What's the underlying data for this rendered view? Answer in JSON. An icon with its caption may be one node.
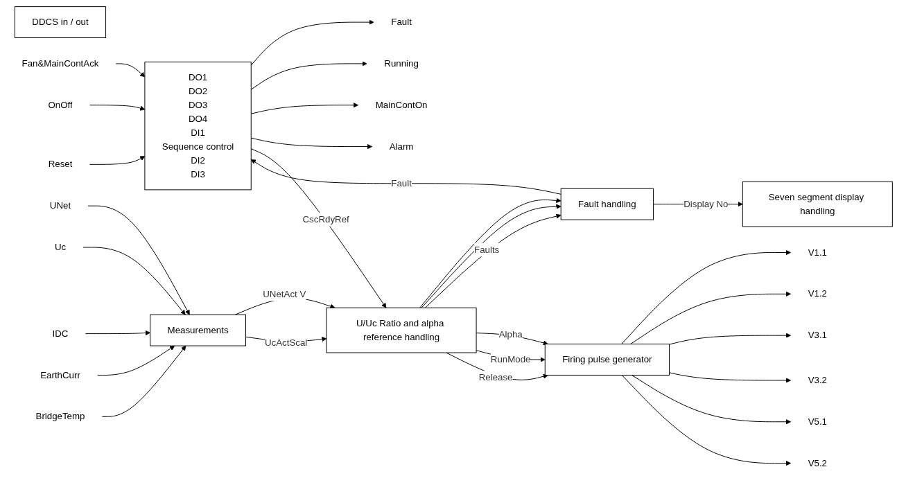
{
  "diagram": {
    "nodes": [
      {
        "text": [
          "DDCS in / out"
        ]
      },
      {
        "text": [
          "Fault"
        ]
      },
      {
        "text": [
          "Running"
        ]
      },
      {
        "text": [
          "MainContOn"
        ]
      },
      {
        "text": [
          "Alarm"
        ]
      },
      {
        "text": [
          "DO1",
          "DO2",
          "DO3",
          "DO4",
          "DI1",
          "Sequence control",
          "DI2",
          "DI3"
        ]
      },
      {
        "text": [
          "Fan&MainContAck"
        ]
      },
      {
        "text": [
          "Fault handling"
        ]
      },
      {
        "text": [
          "Seven segment display handling"
        ]
      },
      {
        "text": [
          "OnOff"
        ]
      },
      {
        "text": [
          "Reset"
        ]
      },
      {
        "text": [
          "UNet"
        ]
      },
      {
        "text": [
          "Measurements"
        ]
      },
      {
        "text": [
          "U/Uc Ratio and alpha reference handling"
        ]
      },
      {
        "text": [
          "Firing pulse generator"
        ]
      },
      {
        "text": [
          "V1.1"
        ]
      },
      {
        "text": [
          "Uc"
        ]
      },
      {
        "text": [
          "V1.2"
        ]
      },
      {
        "text": [
          "IDC"
        ]
      },
      {
        "text": [
          "V3.1"
        ]
      },
      {
        "text": [
          "EarthCurr"
        ]
      },
      {
        "text": [
          "V3.2"
        ]
      },
      {
        "text": [
          "BridgeTemp"
        ]
      },
      {
        "text": [
          "V5.1"
        ]
      },
      {
        "text": [
          "V5.2"
        ]
      }
    ],
    "edges": [
      {
        "from": 5,
        "to": 1,
        "arrow": "to"
      },
      {
        "from": 5,
        "to": 2,
        "arrow": "to"
      },
      {
        "from": 5,
        "to": 3,
        "arrow": "to"
      },
      {
        "from": 5,
        "to": 4,
        "arrow": "to"
      },
      {
        "from": 6,
        "to": 5,
        "arrow": "to"
      },
      {
        "from": 9,
        "to": 5,
        "arrow": "to"
      },
      {
        "from": 10,
        "to": 5,
        "arrow": "to"
      },
      {
        "from": 7,
        "to": 5,
        "arrow": "to",
        "label": "Fault"
      },
      {
        "from": 7,
        "to": 8,
        "arrow": "to",
        "label": "Display No"
      },
      {
        "from": 5,
        "to": 13,
        "arrow": "to",
        "label": "CscRdyRef"
      },
      {
        "from": 11,
        "to": 12,
        "arrow": "to"
      },
      {
        "from": 16,
        "to": 12,
        "arrow": "to"
      },
      {
        "from": 18,
        "to": 12,
        "arrow": "to"
      },
      {
        "from": 20,
        "to": 12,
        "arrow": "to"
      },
      {
        "from": 22,
        "to": 12,
        "arrow": "to"
      },
      {
        "from": 12,
        "to": 13,
        "arrow": "to",
        "label": "UNetAct V"
      },
      {
        "from": 12,
        "to": 13,
        "arrow": "to",
        "label": "UcActScal"
      },
      {
        "from": 13,
        "to": 7,
        "arrow": "to"
      },
      {
        "from": 13,
        "to": 7,
        "arrow": "to"
      },
      {
        "from": 13,
        "to": 7,
        "arrow": "to",
        "label": "Faults"
      },
      {
        "from": 13,
        "to": 14,
        "arrow": "to",
        "label": "Alpha"
      },
      {
        "from": 13,
        "to": 14,
        "arrow": "to",
        "label": "RunMode"
      },
      {
        "from": 13,
        "to": 14,
        "arrow": "to",
        "label": "Release"
      },
      {
        "from": 14,
        "to": 15,
        "arrow": "to"
      },
      {
        "from": 14,
        "to": 17,
        "arrow": "to"
      },
      {
        "from": 14,
        "to": 19,
        "arrow": "to"
      },
      {
        "from": 14,
        "to": 21,
        "arrow": "to"
      },
      {
        "from": 14,
        "to": 23,
        "arrow": "to"
      },
      {
        "from": 14,
        "to": 24,
        "arrow": "to"
      }
    ]
  }
}
